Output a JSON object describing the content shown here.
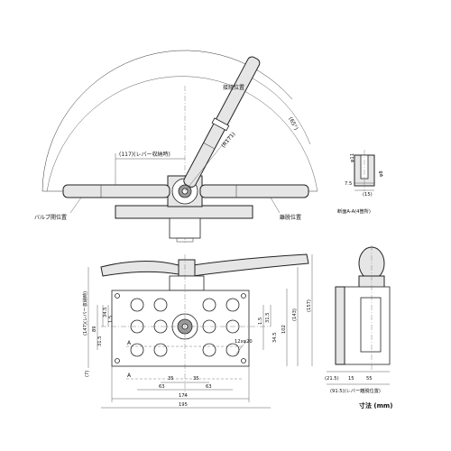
{
  "top_view": {
    "connect_position": "接続位置",
    "valve_open_position": "バルブ開位置",
    "detach_position": "離脱位置",
    "angle": "(65°)",
    "radius": "(R171)",
    "lever_stow": "(117)(レバー収納時)"
  },
  "section": {
    "d11": "φ11",
    "d8": "φ8",
    "depth": "7.5",
    "width15": "(15)",
    "label": "断面A-A(4箇所)"
  },
  "front_view": {
    "d_147": "(147)(レバー収納時)",
    "d_89": "89",
    "d_315": "31.5",
    "d_345": "34.5",
    "d_15": "1.5",
    "d_7": "(7)",
    "d_15r": "1.5",
    "d_315r": "31.5",
    "d_345r": "34.5",
    "d_102": "102",
    "d_143": "(143)",
    "d_157": "(157)",
    "holes": "12xφ20",
    "sec_a1": "A",
    "sec_a2": "A",
    "d_35a": "35",
    "d_35b": "35",
    "d_63a": "63",
    "d_63b": "63",
    "d_174": "174",
    "d_195": "195"
  },
  "side_view": {
    "d_215": "(21.5)",
    "d_15": "15",
    "d_55": "55",
    "d_915": "(91.5)(レバー離脱位置)"
  },
  "units_label": "寸法 (mm)"
}
